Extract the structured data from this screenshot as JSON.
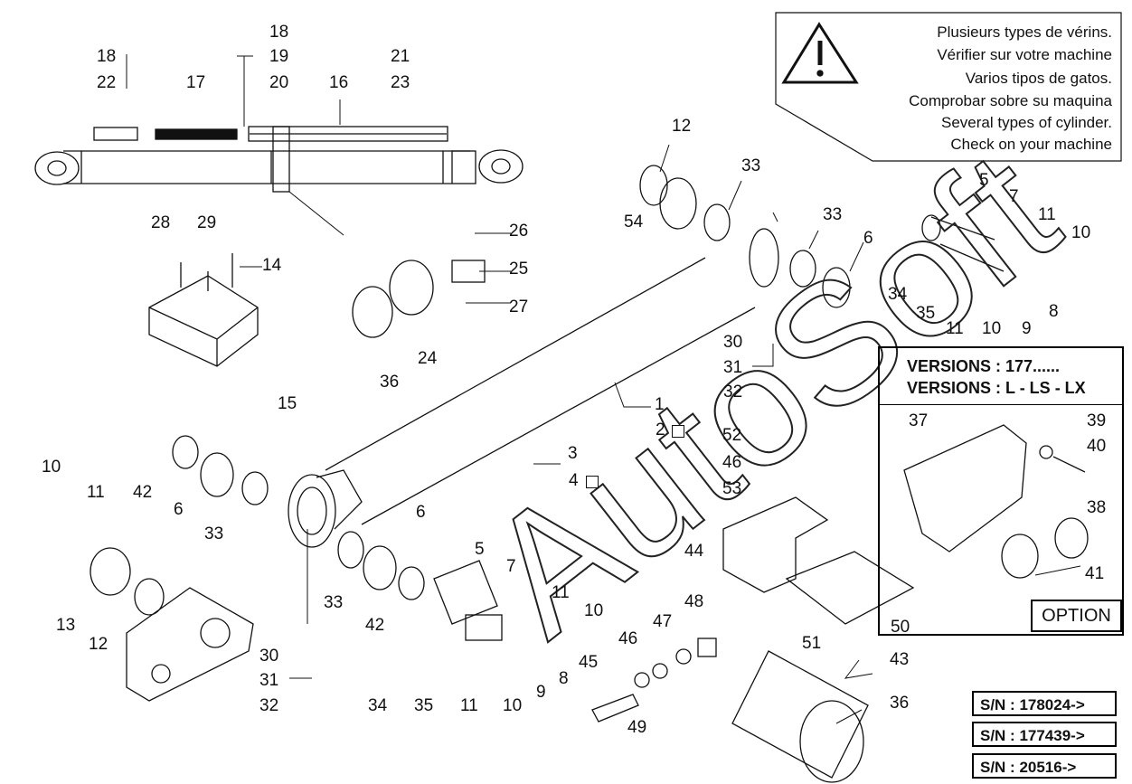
{
  "warning": {
    "lines": [
      "Plusieurs types de vérins.",
      "Vérifier sur votre machine",
      "Varios tipos de gatos.",
      "Comprobar sobre su maquina",
      "Several types of cylinder.",
      "Check on your machine"
    ]
  },
  "versions": {
    "line1": "VERSIONS : 177......",
    "line2": "VERSIONS : L - LS - LX"
  },
  "option_label": "OPTION",
  "serials": [
    "S/N : 178024->",
    "S/N : 177439->",
    "S/N :  20516->"
  ],
  "watermark": "AutoSoft",
  "part_labels": [
    "18",
    "22",
    "17",
    "18",
    "19",
    "20",
    "16",
    "21",
    "23",
    "28",
    "29",
    "14",
    "26",
    "25",
    "27",
    "24",
    "36",
    "12",
    "33",
    "54",
    "33",
    "6",
    "5",
    "7",
    "11",
    "10",
    "34",
    "35",
    "11",
    "10",
    "9",
    "8",
    "30",
    "31",
    "32",
    "1",
    "2",
    "3",
    "4",
    "15",
    "52",
    "46",
    "53",
    "10",
    "11",
    "42",
    "6",
    "33",
    "6",
    "13",
    "12",
    "5",
    "7",
    "11",
    "10",
    "33",
    "42",
    "30",
    "31",
    "32",
    "34",
    "35",
    "11",
    "10",
    "9",
    "8",
    "45",
    "49",
    "46",
    "47",
    "48",
    "44",
    "50",
    "51",
    "43",
    "36",
    "37",
    "39",
    "40",
    "38",
    "41"
  ]
}
